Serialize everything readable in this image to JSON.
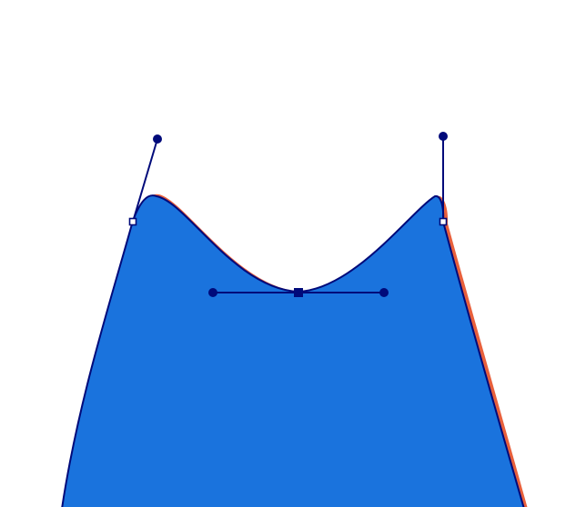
{
  "colors": {
    "background": "#ffffff",
    "shape_fill": "#1a73dd",
    "shape_stroke": "#000a7a",
    "offset_outline": "#e8603c",
    "handle_color": "#000a7a"
  },
  "icons": {
    "smooth_anchor": "filled-square",
    "corner_anchor": "hollow-square",
    "control_handle": "filled-circle"
  }
}
